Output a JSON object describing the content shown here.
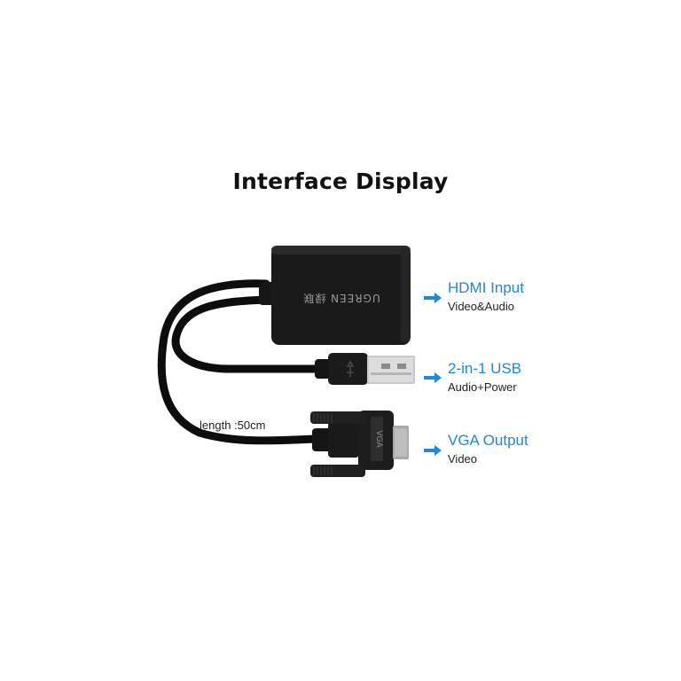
{
  "title": "Interface Display",
  "brand": "UGREEN 绿联",
  "vga_plug_text": "VGA",
  "cable_length": "length :50cm",
  "ports": [
    {
      "label": "HDMI Input",
      "sub": "Video&Audio"
    },
    {
      "label": "2-in-1 USB",
      "sub": "Audio+Power"
    },
    {
      "label": "VGA Output",
      "sub": "Video"
    }
  ],
  "colors": {
    "accent": "#1e88d9",
    "device": "#1a1a1a",
    "cable": "#0d0d0d"
  }
}
